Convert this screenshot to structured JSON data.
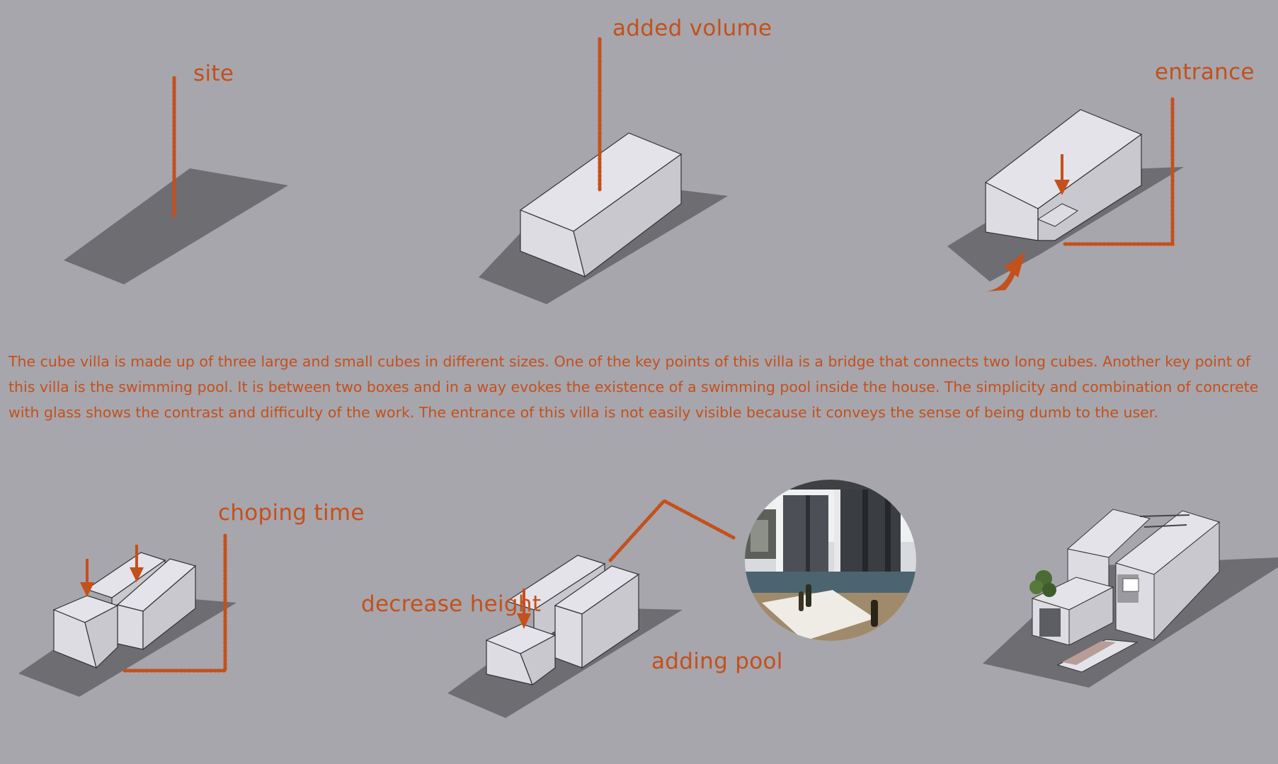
{
  "labels": {
    "site": "site",
    "added_volume": "added volume",
    "entrance": "entrance",
    "choping_time": "choping time",
    "decrease_height": "decrease height",
    "adding_pool": "adding pool"
  },
  "description": "The cube villa is made up of three large and small cubes in different sizes. One of the key points of this villa is a bridge that connects two long cubes. Another key point of this villa is the swimming pool. It is between two boxes and in a way evokes the existence of a swimming pool inside the house. The simplicity and combination of concrete with glass shows the contrast and difficulty of the work. The entrance of this villa is not easily visible because it conveys the sense of being dumb to the user.",
  "colors": {
    "background": "#a7a6ac",
    "accent": "#c4501c",
    "shadow": "#6e6d72",
    "box_top": "#e4e3e9",
    "box_left": "#dddce2",
    "box_right": "#c9c8ce",
    "outline": "#333333"
  },
  "icons": [
    "leader-line",
    "down-arrow-icon",
    "curved-entrance-arrow-icon"
  ]
}
